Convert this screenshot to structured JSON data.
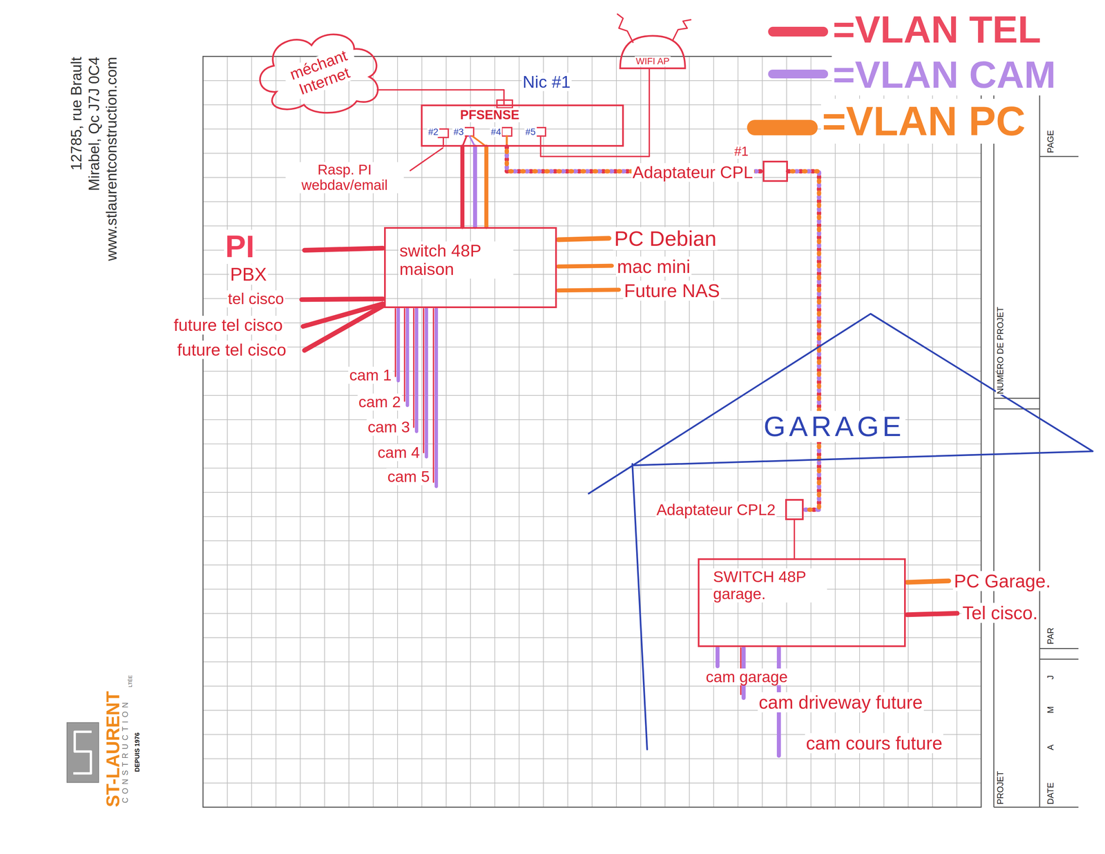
{
  "diagram": {
    "nodes": [
      {
        "text": [
          "méchant Internet"
        ]
      },
      {
        "text": [
          "WIFI AP"
        ]
      },
      {
        "text": [
          "PFSENSE"
        ]
      },
      {
        "text": [
          "Adaptateur CPL",
          "#1"
        ]
      },
      {
        "text": [
          "switch 48P maison"
        ]
      },
      {
        "text": [
          "GARAGE"
        ]
      },
      {
        "text": [
          "Adaptateur CPL2"
        ],
        "in": 5
      },
      {
        "text": [
          "SWITCH 48P garage."
        ],
        "in": 5
      }
    ],
    "edges": [
      {
        "from": 0,
        "to": 2,
        "arrow": "none"
      },
      {
        "from": 1,
        "to": 2,
        "arrow": "none"
      },
      {
        "from": 2,
        "to": 4,
        "arrow": "none"
      },
      {
        "from": 2,
        "to": 4,
        "arrow": "none"
      },
      {
        "from": 2,
        "to": 4,
        "arrow": "none"
      },
      {
        "from": 2,
        "to": 3,
        "arrow": "none"
      },
      {
        "from": 3,
        "to": 6,
        "arrow": "none"
      },
      {
        "from": 6,
        "to": 7,
        "arrow": "none"
      }
    ],
    "labels": [
      "12785, rue Brault",
      "Mirabel, Qc J7J 0C4",
      "www.stlaurentconstruction.com",
      "ST-LAURENT",
      "CONSTRUCTION",
      "LTÉE",
      "DEPUIS 1976",
      "PAGE",
      "NUMÉRO DE PROJET",
      "PAR",
      "J",
      "M",
      "A",
      "PROJET",
      "DATE",
      "Nic #1",
      "#2",
      "#3",
      "#4",
      "#5",
      "Rasp. PI webdav/email",
      "PI",
      "PBX",
      "tel cisco",
      "future tel cisco",
      "future tel cisco",
      "PC Debian",
      "mac mini",
      "Future NAS",
      "cam 1",
      "cam 2",
      "cam 3",
      "cam 4",
      "cam 5",
      "PC Garage.",
      "Tel cisco.",
      "cam garage",
      "cam driveway future",
      "cam cours future"
    ],
    "legend": [
      {
        "text": "=VLAN TEL",
        "color": "#ec4a60"
      },
      {
        "text": "=VLAN CAM",
        "color": "#b58be6"
      },
      {
        "text": "=VLAN PC",
        "color": "#f5862c"
      }
    ]
  }
}
